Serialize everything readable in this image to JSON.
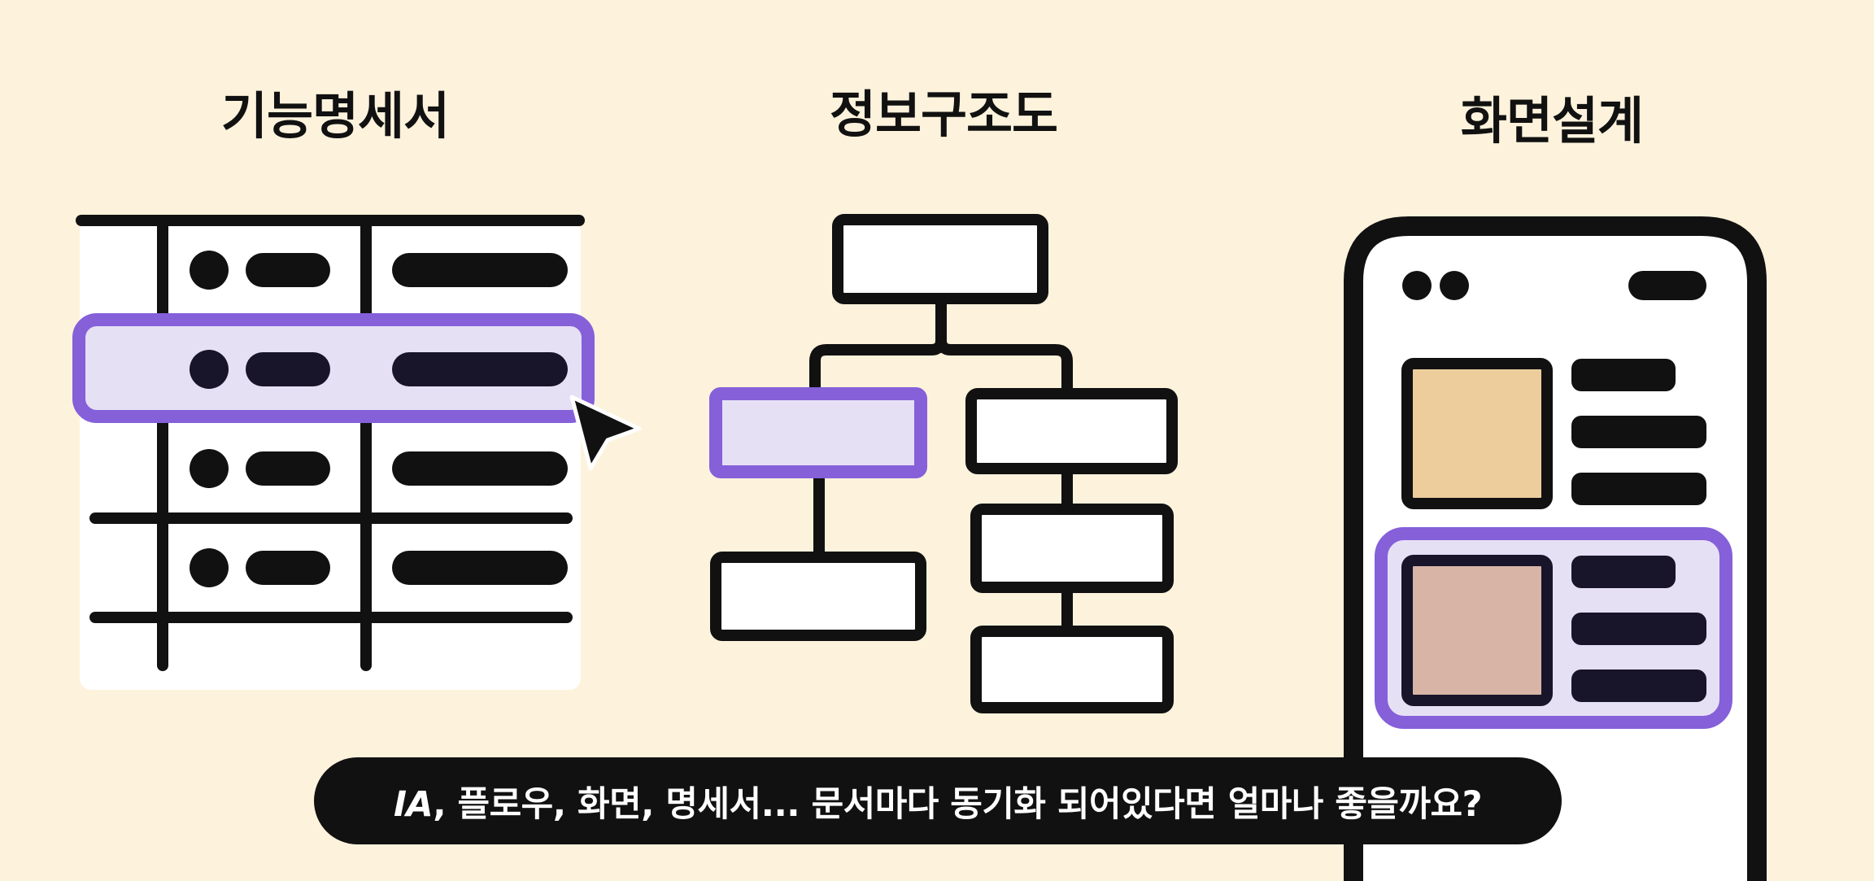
{
  "sections": {
    "spec": {
      "title": "기능명세서"
    },
    "ia": {
      "title": "정보구조도"
    },
    "screen": {
      "title": "화면설계"
    }
  },
  "caption": {
    "lead": "IA",
    "rest": ", 플로우, 화면, 명세서... 문서마다 동기화 되어있다면 얼마나 좋을까요?"
  },
  "colors": {
    "background": "#FDF2DC",
    "ink": "#111111",
    "highlight_stroke": "#8560D9",
    "highlight_fill": "#E6E0F5",
    "thumb_beige": "#EDCD9C",
    "thumb_rose": "#D7B4A6"
  },
  "icons": [
    "cursor-arrow-icon",
    "spreadsheet-icon",
    "sitemap-icon",
    "phone-wireframe-icon"
  ]
}
